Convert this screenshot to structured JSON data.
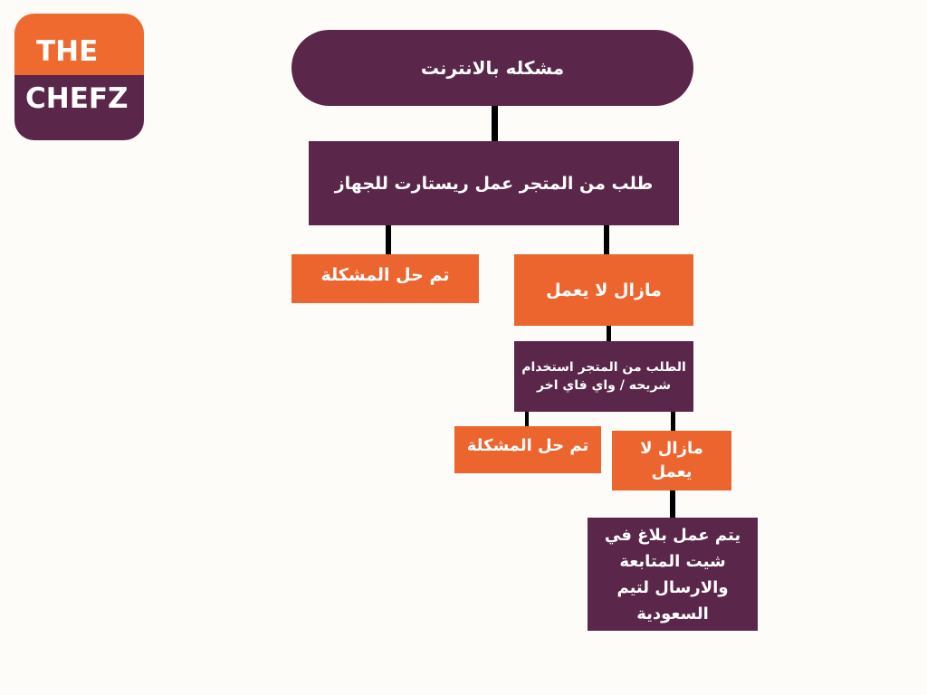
{
  "logo": {
    "line1": "THE",
    "line2": "CHEFZ"
  },
  "nodes": {
    "root": "مشكله بالانترنت",
    "restart": "طلب من المتجر عمل ريستارت للجهاز",
    "solved1": "تم حل المشكلة",
    "still1": "مازال لا يعمل",
    "sim_wifi": "الطلب من المتجر استخدام شريحه / واي فاي اخر",
    "solved2": "تم حل المشكلة",
    "still2": "مازال لا يعمل",
    "report": "يتم عمل بلاغ في شيت المتابعة والارسال لتيم السعودية"
  },
  "colors": {
    "purple": "#5a264a",
    "orange": "#ec652f",
    "background": "#fdfcf8"
  }
}
